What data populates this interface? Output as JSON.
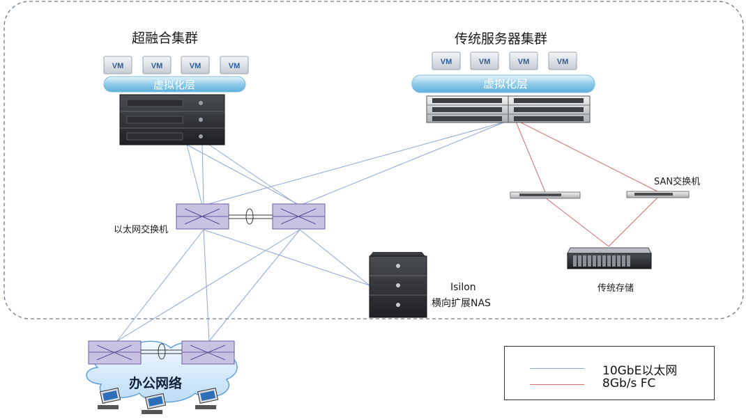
{
  "labels": {
    "hci_cluster": "超融合集群",
    "traditional_cluster": "传统服务器集群",
    "ethernet_switch": "以太网交换机",
    "san_switch": "SAN交换机",
    "traditional_storage": "传统存储",
    "isilon_name": "Isilon",
    "isilon_desc": "横向扩展NAS",
    "office_network": "办公网络"
  },
  "vm_label": "VM",
  "virtualization_layer": "虚拟化层",
  "legend": [
    {
      "label": "10GbE以太网",
      "color": "#8ea6cf"
    },
    {
      "label": "8Gb/s FC",
      "color": "#d96a6a"
    }
  ],
  "colors": {
    "ethernet_line": "#8ea6cf",
    "fc_line": "#d96a6a",
    "switch_fill": "#c9c2e3",
    "boundary": "#6b7a8c"
  }
}
